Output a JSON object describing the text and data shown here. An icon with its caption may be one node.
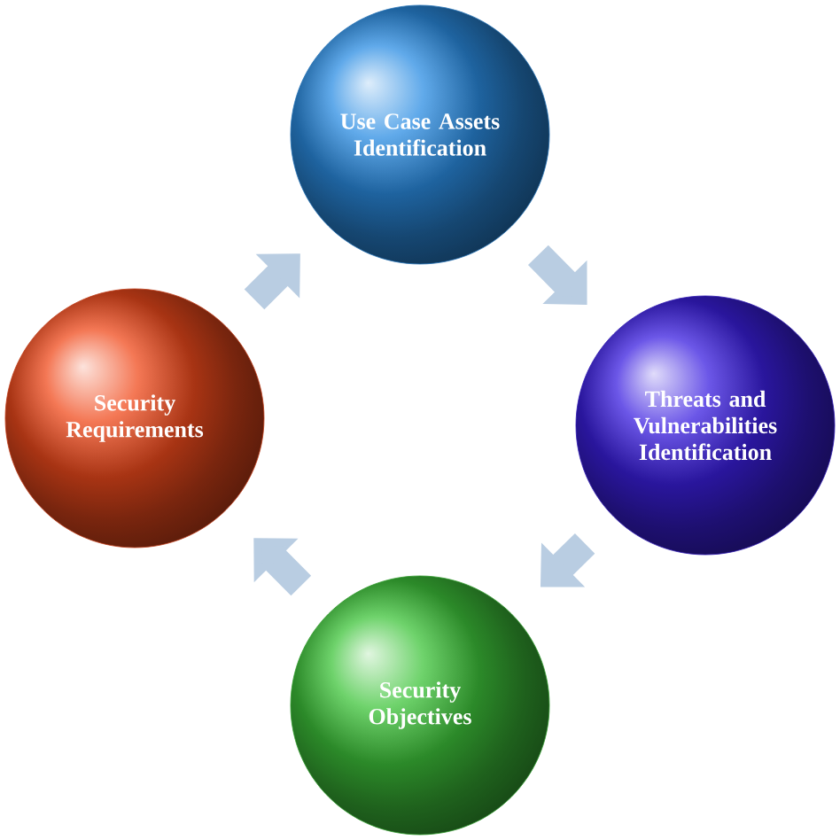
{
  "diagram": {
    "nodes": [
      {
        "text": [
          "Use Case Assets Identification"
        ]
      },
      {
        "text": [
          "Threats and Vulnerabilities Identification"
        ]
      },
      {
        "text": [
          "Security Objectives"
        ]
      },
      {
        "text": [
          "Security Requirements"
        ]
      }
    ],
    "edges": [
      {
        "from": 0,
        "to": 1,
        "arrow": "to"
      },
      {
        "from": 1,
        "to": 2,
        "arrow": "to"
      },
      {
        "from": 2,
        "to": 3,
        "arrow": "to"
      },
      {
        "from": 3,
        "to": 0,
        "arrow": "to"
      }
    ]
  }
}
